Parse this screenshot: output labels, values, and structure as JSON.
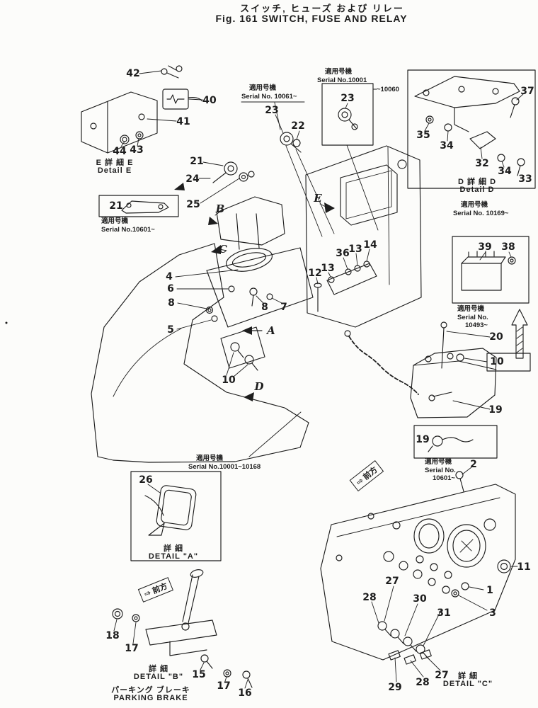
{
  "header": {
    "title_jp": "スイッチ, ヒューズ および リレー",
    "title_en": "Fig. 161  SWITCH,  FUSE  AND  RELAY"
  },
  "colors": {
    "ink": "#1d1d1d",
    "paper": "#fcfcfa"
  },
  "icons": {
    "forward_arrow": "⇨"
  },
  "forward_label": "前方",
  "views": {
    "a": "A",
    "b": "B",
    "c": "C",
    "d": "D",
    "e": "E"
  },
  "callouts": [
    {
      "label": "42"
    },
    {
      "label": "40"
    },
    {
      "label": "41"
    },
    {
      "label": "44"
    },
    {
      "label": "43"
    },
    {
      "label": "21"
    },
    {
      "label": "24"
    },
    {
      "label": "25"
    },
    {
      "label": "21"
    },
    {
      "label": "23"
    },
    {
      "label": "22"
    },
    {
      "label": "23"
    },
    {
      "label": "37"
    },
    {
      "label": "35"
    },
    {
      "label": "34"
    },
    {
      "label": "32"
    },
    {
      "label": "34"
    },
    {
      "label": "33"
    },
    {
      "label": "36"
    },
    {
      "label": "13"
    },
    {
      "label": "14"
    },
    {
      "label": "12"
    },
    {
      "label": "13"
    },
    {
      "label": "4"
    },
    {
      "label": "6"
    },
    {
      "label": "8"
    },
    {
      "label": "8"
    },
    {
      "label": "7"
    },
    {
      "label": "5"
    },
    {
      "label": "10"
    },
    {
      "label": "39"
    },
    {
      "label": "38"
    },
    {
      "label": "20"
    },
    {
      "label": "10"
    },
    {
      "label": "19"
    },
    {
      "label": "19"
    },
    {
      "label": "26"
    },
    {
      "label": "2"
    },
    {
      "label": "11"
    },
    {
      "label": "1"
    },
    {
      "label": "3"
    },
    {
      "label": "27"
    },
    {
      "label": "28"
    },
    {
      "label": "30"
    },
    {
      "label": "31"
    },
    {
      "label": "29"
    },
    {
      "label": "28"
    },
    {
      "label": "27"
    },
    {
      "label": "18"
    },
    {
      "label": "17"
    },
    {
      "label": "15"
    },
    {
      "label": "17"
    },
    {
      "label": "16"
    }
  ],
  "serial_notes": {
    "sn1": {
      "l1": "適用号機",
      "l2": "Serial No. 10061~"
    },
    "sn2": {
      "l1": "適用号機",
      "l2": "Serial No.10001",
      "suffix": "~10060"
    },
    "sn3": {
      "l1": "適用号機",
      "l2": "Serial  No. 10169~"
    },
    "sn4": {
      "l1": "適用号機",
      "l2": "Serial  No.",
      "l3": "10493~"
    },
    "sn5": {
      "l1": "適用号機",
      "l2": "Serial  No.",
      "l3": "10601~"
    },
    "sn6": {
      "l1": "適用号機",
      "l2": "Serial No.10601~"
    },
    "sn7": {
      "l1": "適用号機",
      "l2": "Serial   No.10001~10168"
    }
  },
  "details": {
    "e": {
      "jp": "E 詳 細 E",
      "en": "Detail E"
    },
    "d": {
      "jp": "D 詳 細 D",
      "en": "Detail D"
    },
    "a": {
      "jp": "詳  細",
      "en": "DETAIL \"A\""
    },
    "b": {
      "jp": "詳  細",
      "en": "DETAIL \"B\""
    },
    "c": {
      "jp": "詳  細",
      "en": "DETAIL \"C\""
    },
    "parking_jp": "パーキング  ブレーキ",
    "parking_en": "PARKING  BRAKE"
  }
}
